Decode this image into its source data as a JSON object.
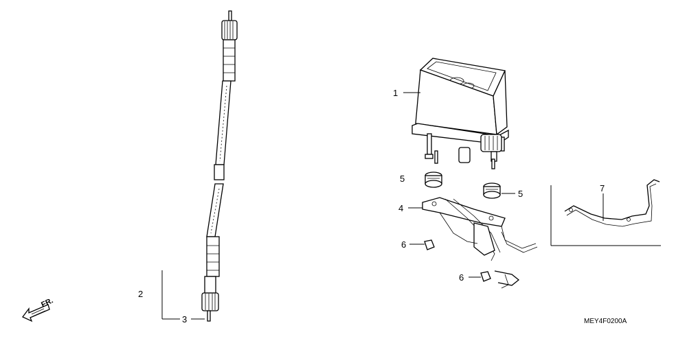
{
  "direction_marker": {
    "text": "FR."
  },
  "callouts": {
    "c1": "1",
    "c2": "2",
    "c3": "3",
    "c4": "4",
    "c5a": "5",
    "c5b": "5",
    "c6a": "6",
    "c6b": "6",
    "c7": "7"
  },
  "diagram_code": "MEY4F0200A"
}
